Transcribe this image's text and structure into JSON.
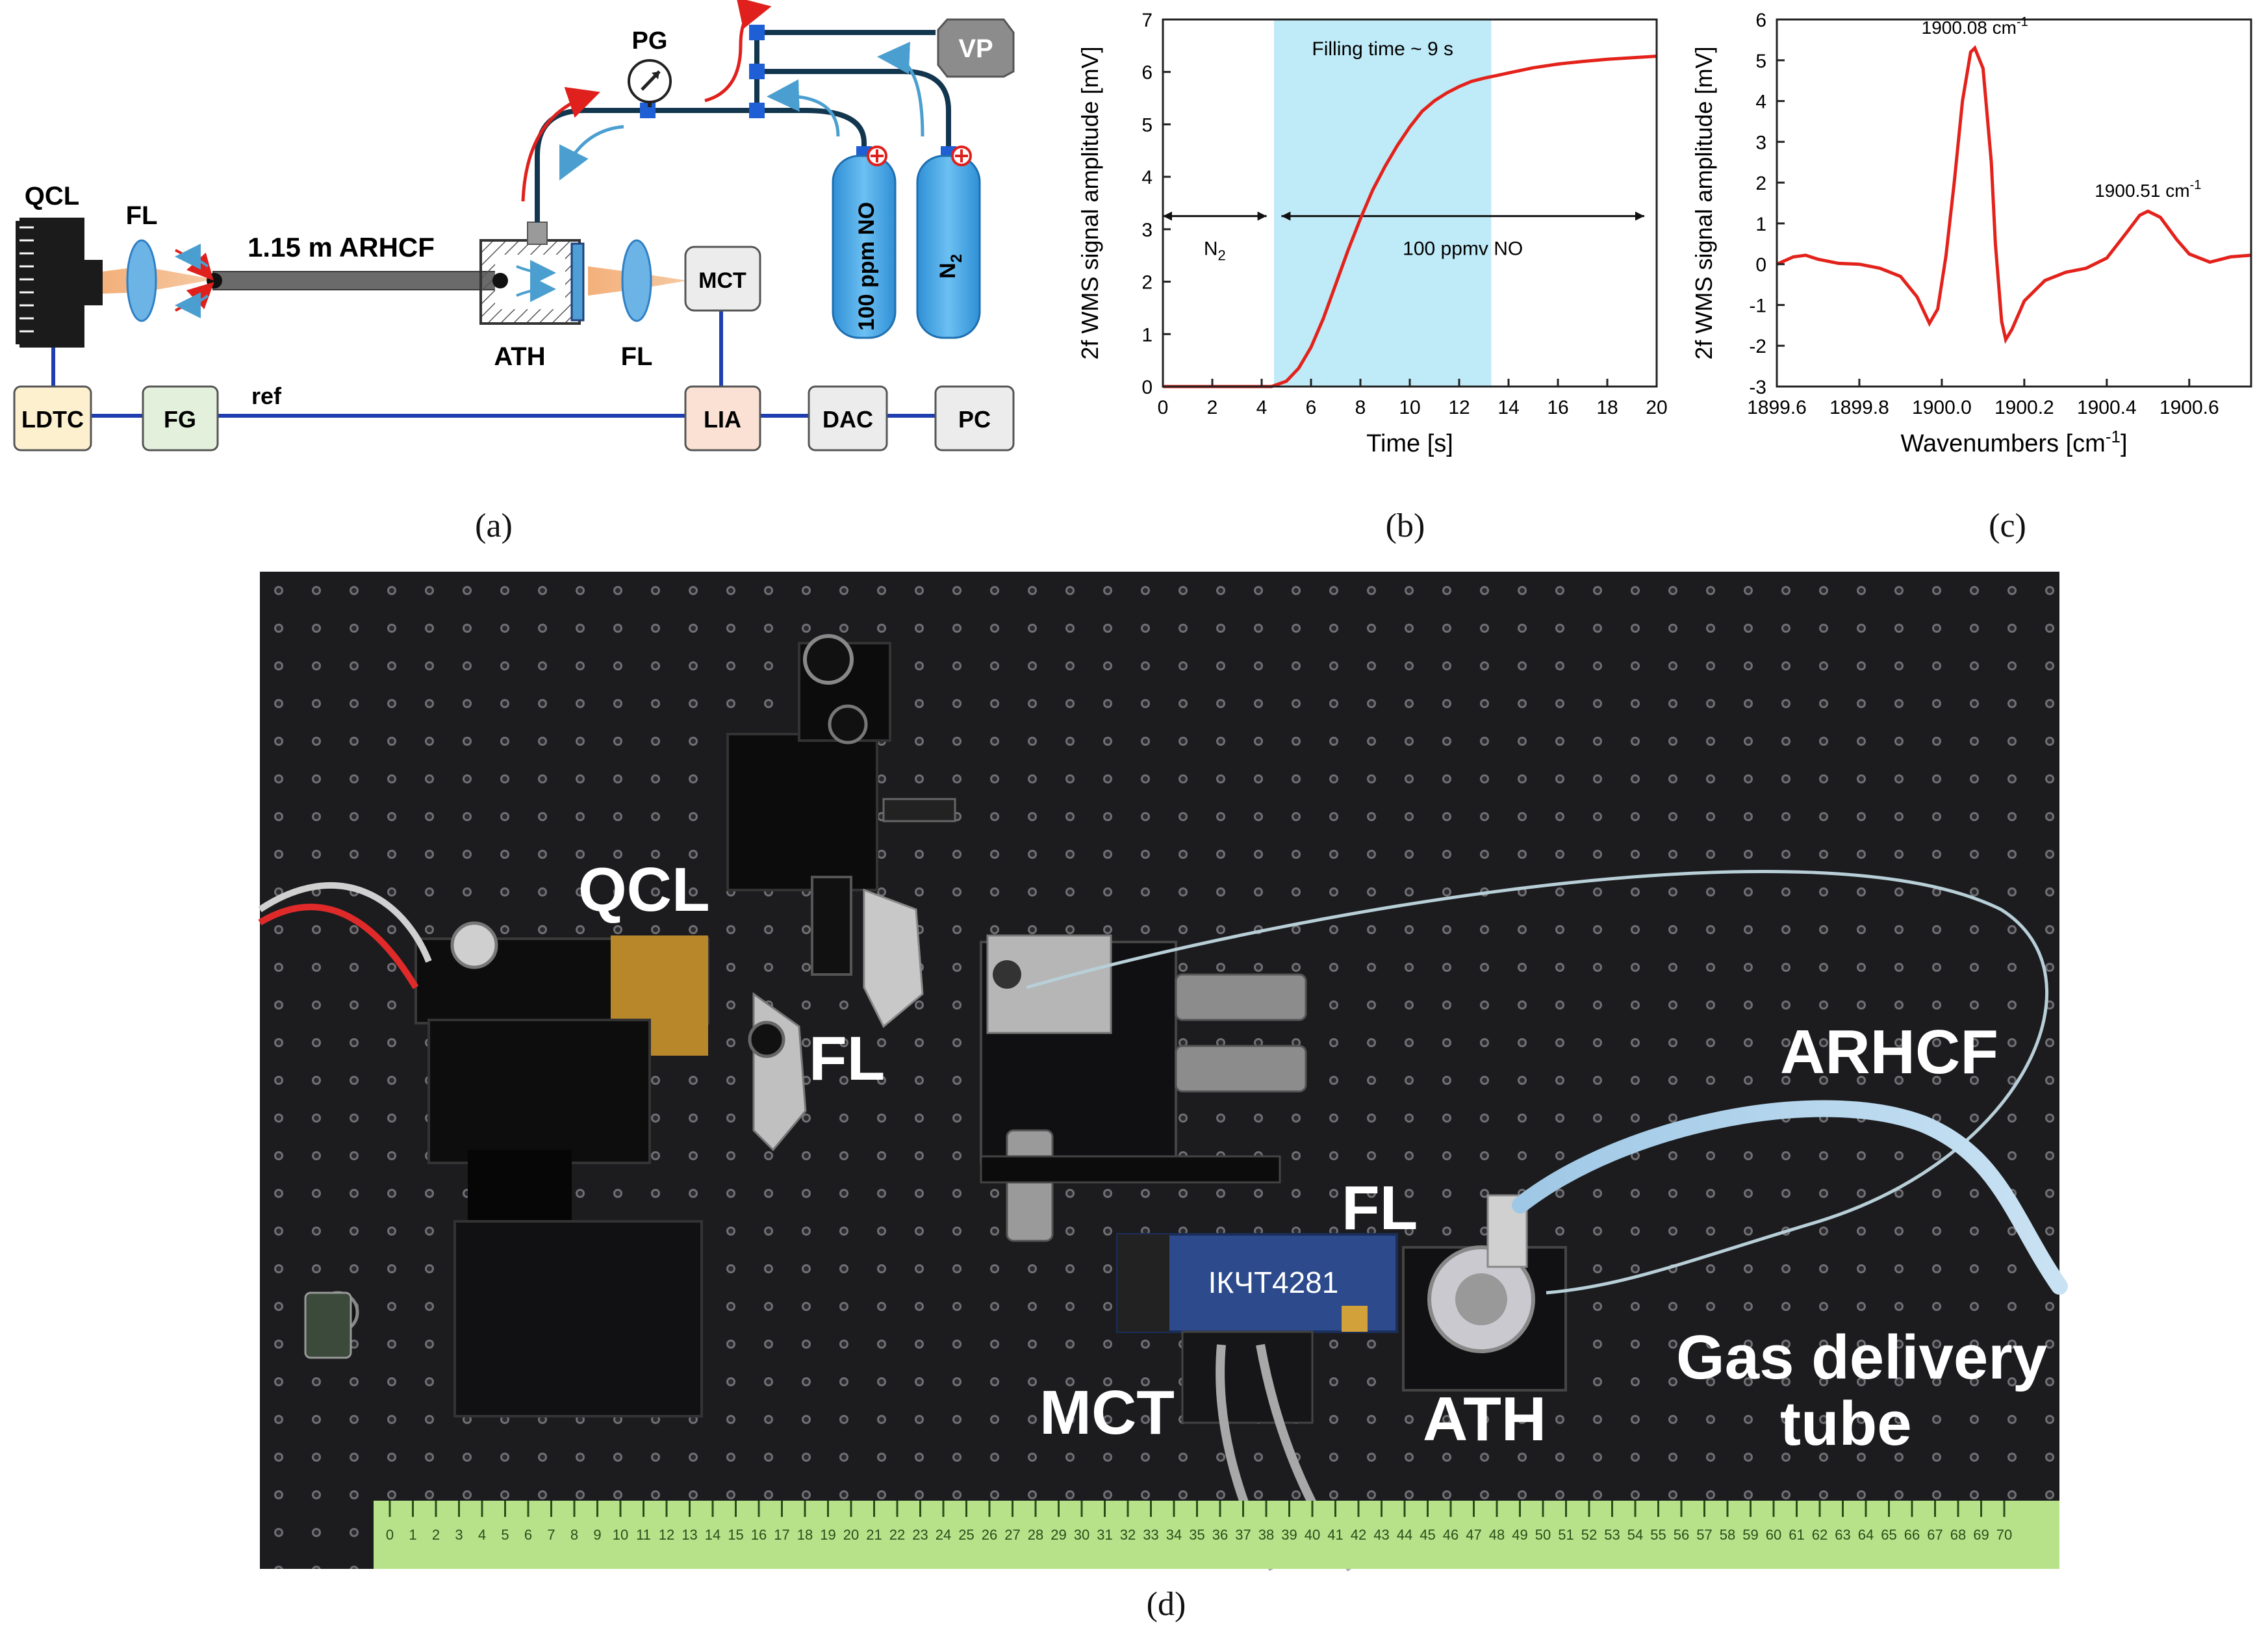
{
  "panels": {
    "a": {
      "label": "(a)"
    },
    "b": {
      "label": "(b)"
    },
    "c": {
      "label": "(c)"
    },
    "d": {
      "label": "(d)"
    }
  },
  "diagram": {
    "qcl": "QCL",
    "fl_left": "FL",
    "fiber": "1.15 m ARHCF",
    "ath": "ATH",
    "fl_right": "FL",
    "mct": "MCT",
    "pg": "PG",
    "vp": "VP",
    "cyl_no": "100 ppm NO",
    "cyl_n2": "N",
    "cyl_n2_sub": "2",
    "ldtc": "LDTC",
    "fg": "FG",
    "ref": "ref",
    "lia": "LIA",
    "dac": "DAC",
    "pc": "PC",
    "colors": {
      "ldtc_fill": "#fdf0cf",
      "fg_fill": "#e3f1dc",
      "lia_fill": "#fbe1d3",
      "box_fill": "#ececec",
      "line": "#1f3fb0",
      "cylinder": "#3fa3e6",
      "red_arrow": "#e0201c",
      "blue_arrow": "#4b9fd0",
      "tube": "#13364f",
      "fitting": "#1f5fd6"
    }
  },
  "chart_data": [
    {
      "type": "line",
      "panel": "b",
      "xlabel": "Time [s]",
      "ylabel": "2f WMS signal amplitude [mV]",
      "xlim": [
        0,
        20
      ],
      "ylim": [
        0,
        7
      ],
      "xticks": [
        0,
        2,
        4,
        6,
        8,
        10,
        12,
        14,
        16,
        18,
        20
      ],
      "yticks": [
        0,
        1,
        2,
        3,
        4,
        5,
        6,
        7
      ],
      "shaded_region": {
        "x": [
          4.5,
          13.3
        ],
        "label": "Filling time ~ 9 s",
        "color": "#bfeaf7"
      },
      "annotations": [
        {
          "text": "N",
          "sub": "2",
          "x_from": 0.0,
          "x_to": 4.2,
          "y": 3.25
        },
        {
          "text": "100 ppmv NO",
          "x_from": 4.8,
          "x_to": 19.5,
          "y": 3.25
        }
      ],
      "series": [
        {
          "color": "#e3221b",
          "points": [
            [
              0,
              0.0
            ],
            [
              4.4,
              0.0
            ],
            [
              5.0,
              0.1
            ],
            [
              5.5,
              0.35
            ],
            [
              6.0,
              0.75
            ],
            [
              6.5,
              1.3
            ],
            [
              7.0,
              1.95
            ],
            [
              7.5,
              2.6
            ],
            [
              8.0,
              3.2
            ],
            [
              8.5,
              3.75
            ],
            [
              9.0,
              4.2
            ],
            [
              9.5,
              4.6
            ],
            [
              10.0,
              4.95
            ],
            [
              10.5,
              5.25
            ],
            [
              11.0,
              5.45
            ],
            [
              11.5,
              5.6
            ],
            [
              12.0,
              5.72
            ],
            [
              12.5,
              5.82
            ],
            [
              13.0,
              5.88
            ],
            [
              13.5,
              5.93
            ],
            [
              14.0,
              5.98
            ],
            [
              15.0,
              6.08
            ],
            [
              16.0,
              6.15
            ],
            [
              17.0,
              6.2
            ],
            [
              18.0,
              6.24
            ],
            [
              19.0,
              6.27
            ],
            [
              20.0,
              6.3
            ]
          ]
        }
      ]
    },
    {
      "type": "line",
      "panel": "c",
      "xlabel": "Wavenumbers [cm",
      "xlabel_sup": "-1",
      "xlabel_end": "]",
      "ylabel": "2f WMS signal amplitude [mV]",
      "xlim": [
        1899.6,
        1900.75
      ],
      "ylim": [
        -3,
        6
      ],
      "xticks": [
        1899.6,
        1899.8,
        1900.0,
        1900.2,
        1900.4,
        1900.6
      ],
      "xtick_labels": [
        "1899.6",
        "1899.8",
        "1900.0",
        "1900.2",
        "1900.4",
        "1900.6"
      ],
      "yticks": [
        -3,
        -2,
        -1,
        0,
        1,
        2,
        3,
        4,
        5,
        6
      ],
      "peaks": [
        {
          "text": "1900.08 cm",
          "sup": "-1",
          "x": 1900.08,
          "y": 5.3
        },
        {
          "text": "1900.51 cm",
          "sup": "-1",
          "x": 1900.5,
          "y": 1.3
        }
      ],
      "series": [
        {
          "color": "#e3221b",
          "points": [
            [
              1899.6,
              0.0
            ],
            [
              1899.64,
              0.18
            ],
            [
              1899.67,
              0.22
            ],
            [
              1899.7,
              0.12
            ],
            [
              1899.75,
              0.02
            ],
            [
              1899.8,
              0.0
            ],
            [
              1899.85,
              -0.1
            ],
            [
              1899.9,
              -0.3
            ],
            [
              1899.94,
              -0.8
            ],
            [
              1899.97,
              -1.45
            ],
            [
              1899.99,
              -1.1
            ],
            [
              1900.01,
              0.2
            ],
            [
              1900.03,
              2.0
            ],
            [
              1900.05,
              4.0
            ],
            [
              1900.07,
              5.2
            ],
            [
              1900.08,
              5.3
            ],
            [
              1900.1,
              4.8
            ],
            [
              1900.12,
              2.5
            ],
            [
              1900.13,
              0.5
            ],
            [
              1900.145,
              -1.4
            ],
            [
              1900.155,
              -1.85
            ],
            [
              1900.17,
              -1.6
            ],
            [
              1900.2,
              -0.9
            ],
            [
              1900.25,
              -0.4
            ],
            [
              1900.3,
              -0.2
            ],
            [
              1900.35,
              -0.1
            ],
            [
              1900.4,
              0.15
            ],
            [
              1900.45,
              0.8
            ],
            [
              1900.48,
              1.2
            ],
            [
              1900.5,
              1.3
            ],
            [
              1900.53,
              1.15
            ],
            [
              1900.57,
              0.6
            ],
            [
              1900.6,
              0.25
            ],
            [
              1900.65,
              0.05
            ],
            [
              1900.7,
              0.18
            ],
            [
              1900.75,
              0.22
            ]
          ]
        }
      ]
    }
  ],
  "photo": {
    "labels": {
      "qcl": "QCL",
      "fl1": "FL",
      "arhcf": "ARHCF",
      "fl2": "FL",
      "mct": "MCT",
      "ath": "ATH",
      "gas_line1": "Gas delivery",
      "gas_line2": "tube"
    },
    "ruler_numbers": [
      "0",
      "1",
      "2",
      "3",
      "4",
      "5",
      "6",
      "7",
      "8",
      "9",
      "10",
      "11",
      "12",
      "13",
      "14",
      "15",
      "16",
      "17",
      "18",
      "19",
      "20",
      "21",
      "22",
      "23",
      "24",
      "25",
      "26",
      "27",
      "28",
      "29",
      "30",
      "31",
      "32",
      "33",
      "34",
      "35",
      "36",
      "37",
      "38",
      "39",
      "40",
      "41",
      "42",
      "43",
      "44",
      "45",
      "46",
      "47",
      "48",
      "49",
      "50",
      "51",
      "52",
      "53",
      "54",
      "55",
      "56",
      "57",
      "58",
      "59",
      "60",
      "61",
      "62",
      "63",
      "64",
      "65",
      "66",
      "67",
      "68",
      "69",
      "70"
    ]
  }
}
